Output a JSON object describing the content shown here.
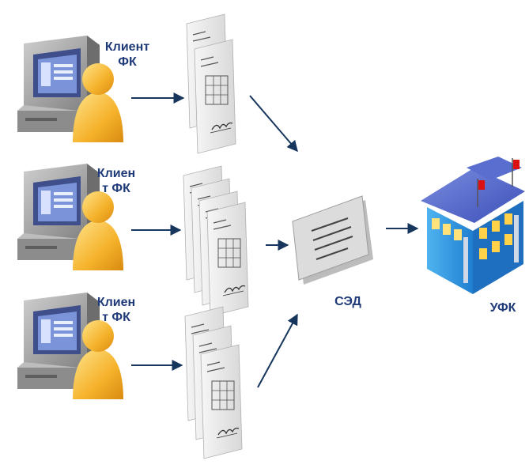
{
  "clients": [
    {
      "label_line1": "Клиент",
      "label_line2": "ФК"
    },
    {
      "label_line1": "Клиен",
      "label_line2": "т ФК"
    },
    {
      "label_line1": "Клиен",
      "label_line2": "т ФК"
    }
  ],
  "hub": {
    "label": "СЭД"
  },
  "destination": {
    "label": "УФК"
  },
  "colors": {
    "arrow": "#17365d",
    "label": "#1f3a78",
    "person": "#f5b22b",
    "monitor": "#9a9a9a",
    "document": "#e8e8e8"
  },
  "icons": [
    "computer-icon",
    "person-icon",
    "document-stack-icon",
    "server-document-icon",
    "building-icon",
    "flag-icon"
  ]
}
